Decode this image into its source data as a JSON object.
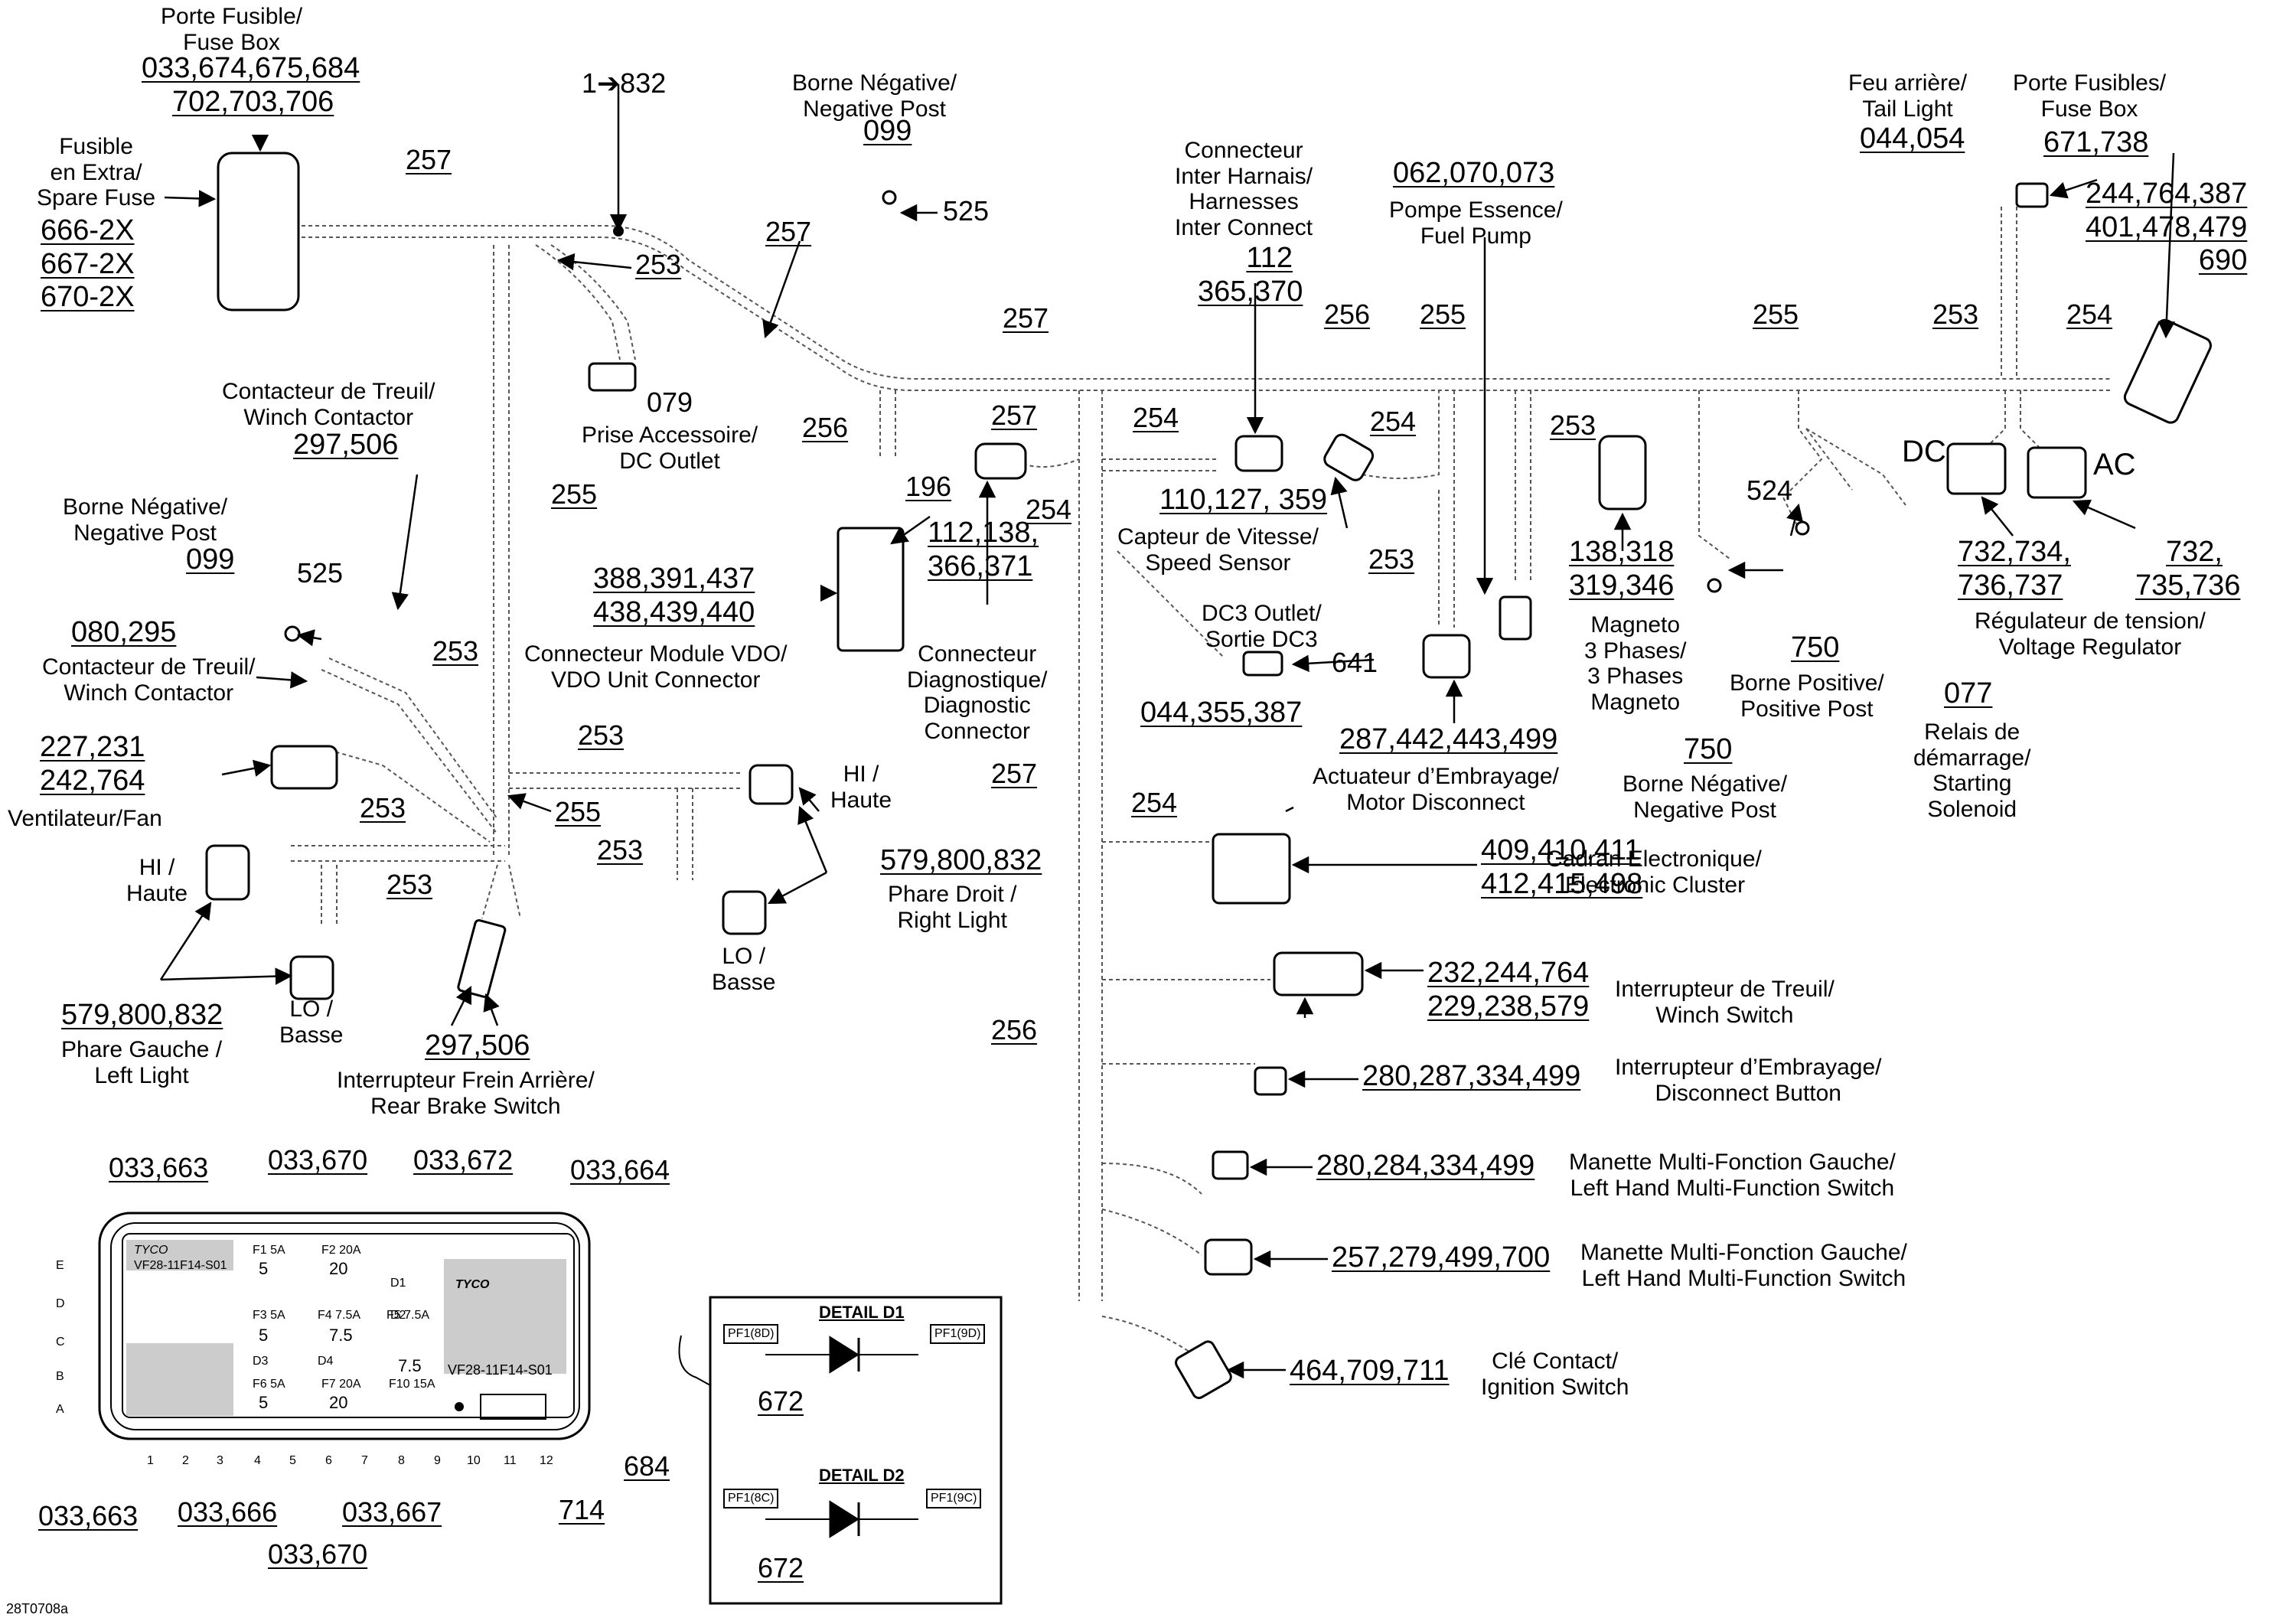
{
  "figure_id": "28T0708a",
  "header": {
    "arrow_ref": "1➔832"
  },
  "labels": {
    "fuse_box_left": [
      "Porte Fusible/",
      "Fuse Box"
    ],
    "fuse_box_left_nums": [
      "033,674,675,684",
      "702,703,706"
    ],
    "spare_fuse": [
      "Fusible",
      "en Extra/",
      "Spare Fuse"
    ],
    "spare_fuse_nums": [
      "666-2X",
      "667-2X",
      "670-2X"
    ],
    "neg_post_top": [
      "Borne Négative/",
      "Negative Post"
    ],
    "neg_post_top_num": "099",
    "neg_post_top_wire": "525",
    "dc_outlet": [
      "Prise Accessoire/",
      "DC Outlet"
    ],
    "dc_outlet_num": "079",
    "inter_connect": [
      "Connecteur",
      "Inter Harnais/",
      "Harnesses",
      "Inter Connect"
    ],
    "inter_connect_nums": [
      "112",
      "365,370"
    ],
    "fuel_pump_nums": "062,070,073",
    "fuel_pump": [
      "Pompe Essence/",
      "Fuel Pump"
    ],
    "tail_light": [
      "Feu arrière/",
      "Tail Light"
    ],
    "tail_light_num": "044,054",
    "fuse_box_right": [
      "Porte Fusibles/",
      "Fuse Box"
    ],
    "fuse_box_right_num": "671,738",
    "regulator_conn_nums": [
      "244,764,387",
      "401,478,479",
      "690"
    ],
    "winch_contactor_top": [
      "Contacteur de Treuil/",
      "Winch Contactor"
    ],
    "winch_contactor_top_num": "297,506",
    "neg_post_left": [
      "Borne Négative/",
      "Negative Post"
    ],
    "neg_post_left_num": "099",
    "neg_post_left_wire": "525",
    "winch_contactor_left_num": "080,295",
    "winch_contactor_left": [
      "Contacteur de Treuil/",
      "Winch Contactor"
    ],
    "fan_nums": [
      "227,231",
      "242,764"
    ],
    "fan": "Ventilateur/Fan",
    "hi_left": [
      "HI /",
      "Haute"
    ],
    "lo_left": [
      "LO /",
      "Basse"
    ],
    "left_light_num": "579,800,832",
    "left_light": [
      "Phare Gauche /",
      "Left Light"
    ],
    "brake_switch_num": "297,506",
    "brake_switch": [
      "Interrupteur Frein Arrière/",
      "Rear Brake Switch"
    ],
    "vdo_nums": [
      "388,391,437",
      "438,439,440"
    ],
    "vdo": [
      "Connecteur Module VDO/",
      "VDO Unit Connector"
    ],
    "vdo_wire": "196",
    "hi_right": [
      "HI /",
      "Haute"
    ],
    "lo_right": [
      "LO /",
      "Basse"
    ],
    "right_light_num": "579,800,832",
    "right_light": [
      "Phare Droit /",
      "Right Light"
    ],
    "diag_nums": [
      "112,138,",
      "366,371"
    ],
    "diag": [
      "Connecteur",
      "Diagnostique/",
      "Diagnostic",
      "Connector"
    ],
    "speed_sensor_nums": "110,127, 359",
    "speed_sensor": [
      "Capteur de Vitesse/",
      "Speed Sensor"
    ],
    "dc3": [
      "DC3 Outlet/",
      "Sortie DC3"
    ],
    "dc3_num": "641",
    "dc3_nums_below": "044,355,387",
    "magneto_nums": [
      "138,318",
      "319,346"
    ],
    "magneto": [
      "Magneto",
      "3 Phases/",
      "3 Phases",
      "Magneto"
    ],
    "motor_disc_nums": "287,442,443,499",
    "motor_disc": [
      "Actuateur d’Embrayage/",
      "Motor Disconnect"
    ],
    "wire_524": "524",
    "pos_post_num": "750",
    "pos_post": [
      "Borne Positive/",
      "Positive Post"
    ],
    "neg_post_right_num": "750",
    "neg_post_right": [
      "Borne Négative/",
      "Negative Post"
    ],
    "solenoid_num": "077",
    "solenoid": [
      "Relais de",
      "démarrage/",
      "Starting",
      "Solenoid"
    ],
    "dc_tag": "DC",
    "ac_tag": "AC",
    "reg_dc_nums": [
      "732,734,",
      "736,737"
    ],
    "reg_ac_nums": [
      "732,",
      "735,736"
    ],
    "regulator": [
      "Régulateur de tension/",
      "Voltage Regulator"
    ],
    "cluster_nums": [
      "409,410,411",
      "412,415,498"
    ],
    "cluster": [
      "Cadran Electronique/",
      "Electronic Cluster"
    ],
    "winch_switch_nums": [
      "232,244,764",
      "229,238,579"
    ],
    "winch_switch": [
      "Interrupteur de Treuil/",
      "Winch Switch"
    ],
    "disc_button_nums": "280,287,334,499",
    "disc_button": [
      "Interrupteur d’Embrayage/",
      "Disconnect Button"
    ],
    "mf_switch1_nums": "280,284,334,499",
    "mf_switch1": [
      "Manette Multi-Fonction Gauche/",
      "Left Hand Multi-Function Switch"
    ],
    "mf_switch2_nums": "257,279,499,700",
    "mf_switch2": [
      "Manette Multi-Fonction Gauche/",
      "Left Hand Multi-Function Switch"
    ],
    "ignition_nums": "464,709,711",
    "ignition": [
      "Clé Contact/",
      "Ignition Switch"
    ]
  },
  "wires": {
    "w257a": "257",
    "w257b": "257",
    "w257c": "257",
    "w257d": "257",
    "w257e": "257",
    "w253a": "253",
    "w253b": "253",
    "w253c": "253",
    "w253d": "253",
    "w253e": "253",
    "w253f": "253",
    "w253g": "253",
    "w253h": "253",
    "w253i": "253",
    "w255a": "255",
    "w255b": "255",
    "w255c": "255",
    "w255d": "255",
    "w256a": "256",
    "w256b": "256",
    "w256c": "256",
    "w254a": "254",
    "w254b": "254",
    "w254c": "254",
    "w254d": "254",
    "w254e": "254"
  },
  "fusebox_detail": {
    "callouts": {
      "tl": "033,663",
      "t1": "033,670",
      "t2": "033,672",
      "tr": "033,664",
      "bl": "033,663",
      "b1": "033,666",
      "b2": "033,670",
      "b3": "033,667",
      "r684": "684",
      "r714": "714"
    },
    "rows": [
      "E",
      "D",
      "C",
      "B",
      "A"
    ],
    "cols": [
      "1",
      "2",
      "3",
      "4",
      "5",
      "6",
      "7",
      "8",
      "9",
      "10",
      "11",
      "12"
    ],
    "fuses": [
      {
        "id": "F1 5A",
        "val": "5"
      },
      {
        "id": "F2 20A",
        "val": "20"
      },
      {
        "id": "F3 5A",
        "val": "5"
      },
      {
        "id": "F4 7.5A",
        "val": "7.5"
      },
      {
        "id": "F5 7.5A",
        "val": "7.5"
      },
      {
        "id": "F6 5A",
        "val": "5"
      },
      {
        "id": "F7 20A",
        "val": "20"
      },
      {
        "id": "F10 15A",
        "val": ""
      }
    ],
    "diodes": [
      "D1",
      "D2",
      "D3",
      "D4"
    ],
    "relay_text": "TYCO",
    "part_code": "VF28-11F14-S01",
    "block_codes": [
      "TYCO",
      "VF28-11F14-S01"
    ]
  },
  "details": {
    "d1_title": "DETAIL D1",
    "d2_title": "DETAIL D2",
    "d1_left": "PF1(8D)",
    "d1_right": "PF1(9D)",
    "d2_left": "PF1(8C)",
    "d2_right": "PF1(9C)",
    "d1_num": "672",
    "d2_num": "672"
  }
}
